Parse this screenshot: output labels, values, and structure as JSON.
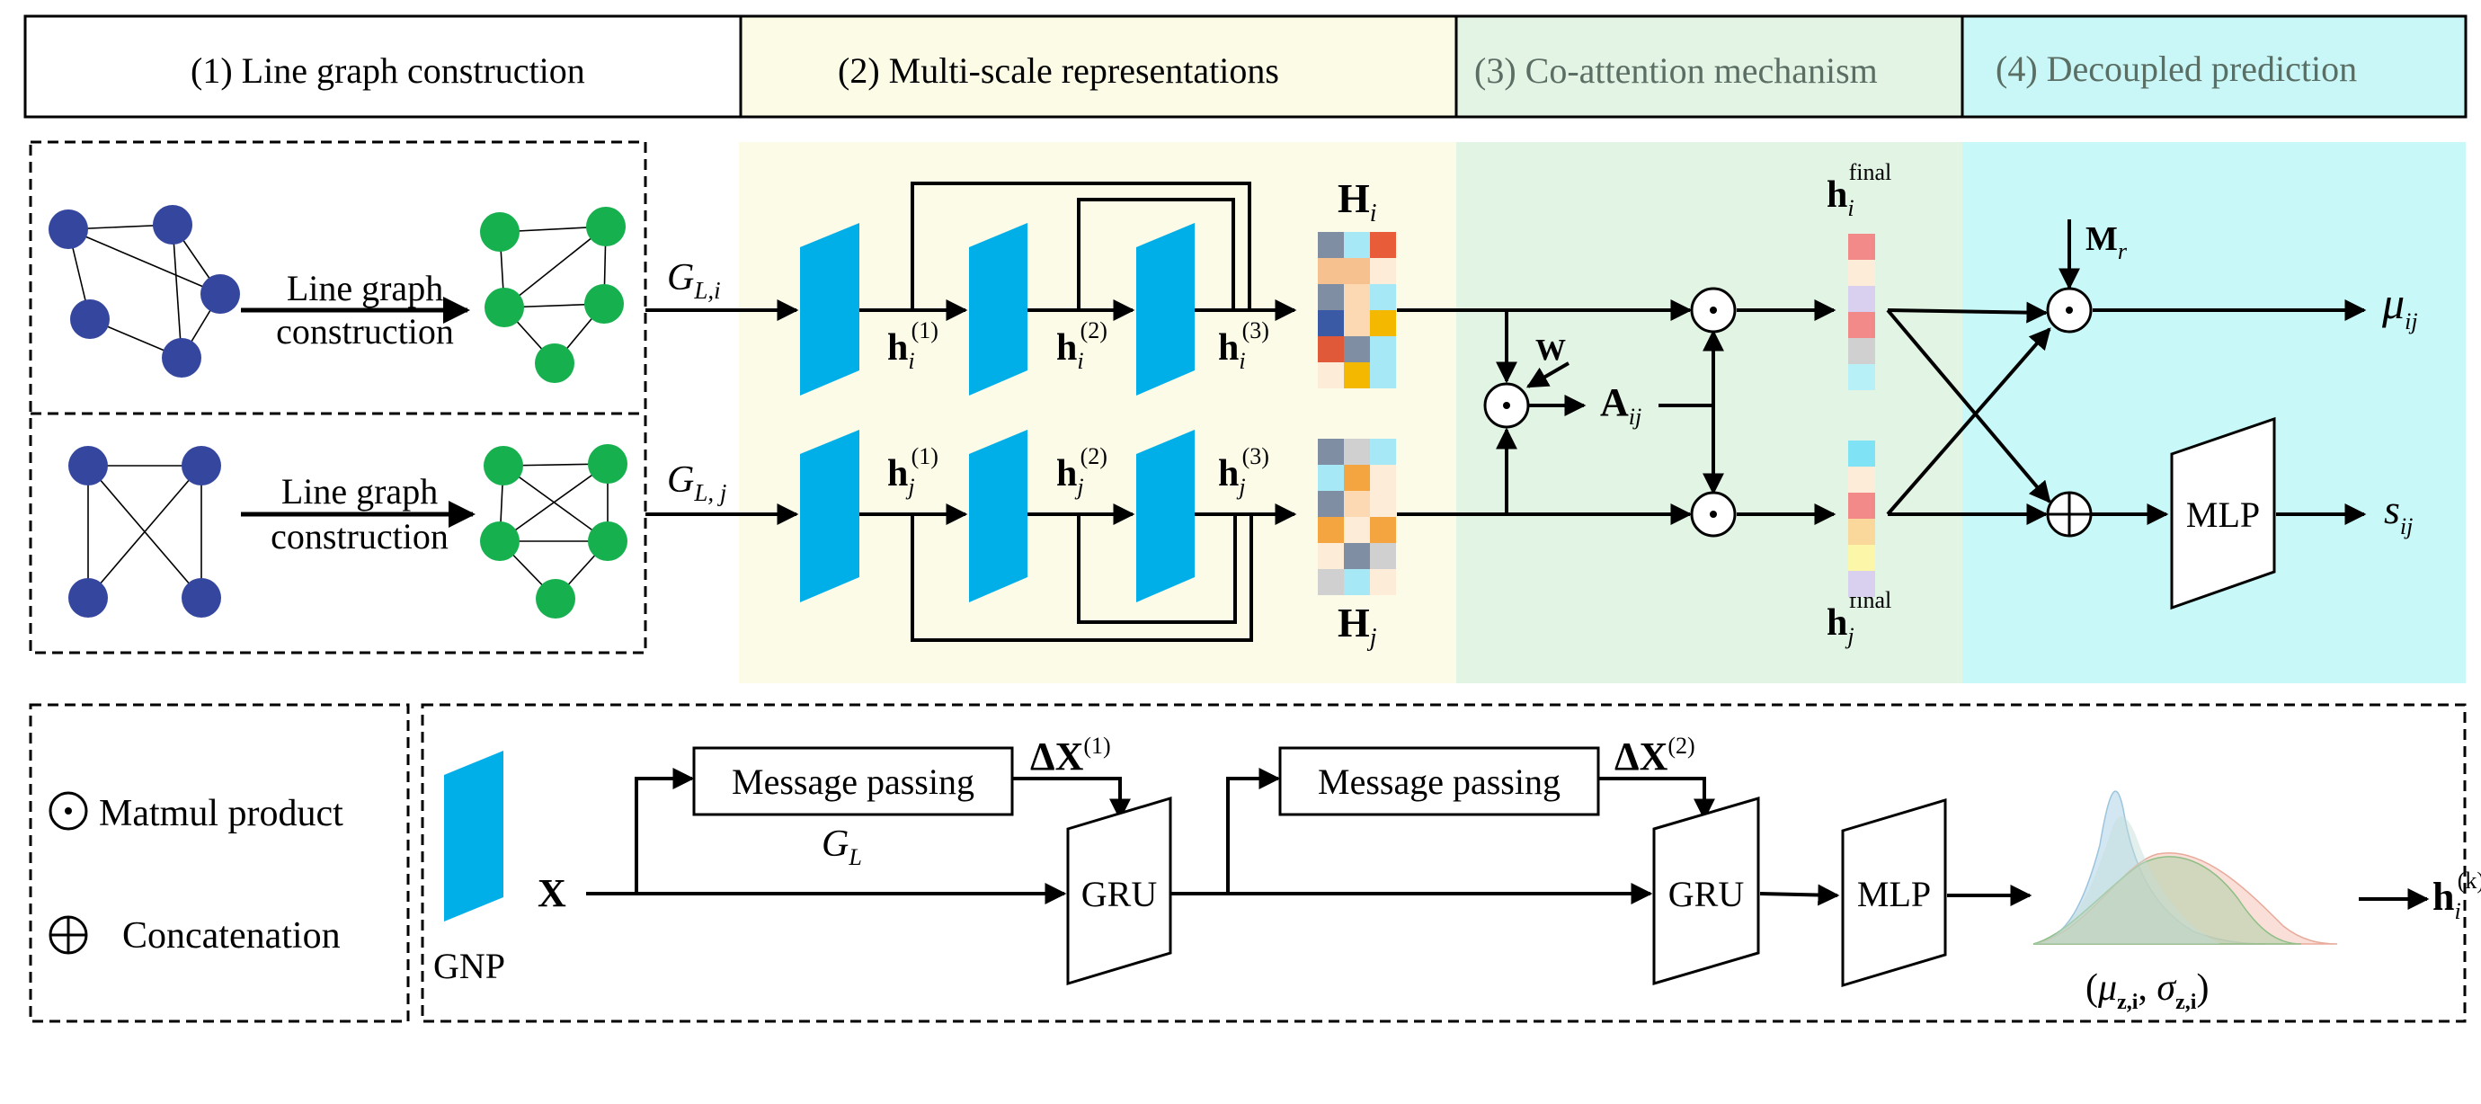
{
  "sections": [
    {
      "number": "(1)",
      "title": "Line graph construction"
    },
    {
      "number": "(2)",
      "title": "Multi-scale representations"
    },
    {
      "number": "(3)",
      "title": "Co-attention mechanism"
    },
    {
      "number": "(4)",
      "title": "Decoupled prediction"
    }
  ],
  "line_graph": {
    "step_label_line1": "Line graph",
    "step_label_line2": "construction",
    "input_i_main": "G",
    "input_i_sub": "L,i",
    "input_j_main": "G",
    "input_j_sub": "L, j"
  },
  "multiscale": {
    "H_i_main": "H",
    "H_i_sub": "i",
    "H_j_main": "H",
    "H_j_sub": "j",
    "h_main": "h",
    "h_i": [
      {
        "sub": "i",
        "sup": "(1)"
      },
      {
        "sub": "i",
        "sup": "(2)"
      },
      {
        "sub": "i",
        "sup": "(3)"
      }
    ],
    "h_j": [
      {
        "sub": "j",
        "sup": "(1)"
      },
      {
        "sub": "j",
        "sup": "(2)"
      },
      {
        "sub": "j",
        "sup": "(3)"
      }
    ],
    "matrix_i_colors": [
      [
        "#7f8ea3",
        "#a6e8f5",
        "#e85c3a"
      ],
      [
        "#f7c08f",
        "#f7c08f",
        "#fdecd8"
      ],
      [
        "#7f8ea3",
        "#fdd9b3",
        "#a6e8f5"
      ],
      [
        "#3a5aa6",
        "#fdd9b3",
        "#f5b800"
      ],
      [
        "#e05a3a",
        "#7f8ea3",
        "#a6e8f5"
      ],
      [
        "#fdecd8",
        "#f5b800",
        "#a6e8f5"
      ]
    ],
    "matrix_j_colors": [
      [
        "#7f8ea3",
        "#d0d0d0",
        "#a6e8f5"
      ],
      [
        "#a6e8f5",
        "#f5a540",
        "#fdecd8"
      ],
      [
        "#7f8ea3",
        "#fdd9b3",
        "#fdecd8"
      ],
      [
        "#f5a540",
        "#fdecd8",
        "#f5a540"
      ],
      [
        "#fdecd8",
        "#7f8ea3",
        "#d0d0d0"
      ],
      [
        "#d0d0d0",
        "#a6e8f5",
        "#fdecd8"
      ]
    ]
  },
  "coattention": {
    "W": "W",
    "A_main": "A",
    "A_sub": "ij",
    "h_final_main": "h",
    "h_final_sup": "final",
    "h_final_i_sub": "i",
    "h_final_j_sub": "j",
    "vec_i_colors": [
      "#f28a8a",
      "#fdecd8",
      "#d9d0f0",
      "#f28a8a",
      "#d0d0d0",
      "#b8f0f8"
    ],
    "vec_j_colors": [
      "#7fe3f5",
      "#fdecd8",
      "#f28a8a",
      "#fad79a",
      "#fcf6a8",
      "#d9d0f0"
    ]
  },
  "prediction": {
    "M_main": "M",
    "M_sub": "r",
    "mu_main": "μ",
    "mu_sub": "ij",
    "s_main": "s",
    "s_sub": "ij",
    "mlp": "MLP"
  },
  "legend": {
    "matmul_symbol": "⊙",
    "matmul_label": "Matmul product",
    "concat_symbol": "⊕",
    "concat_label": "Concatenation"
  },
  "gnp": {
    "gnp_label": "GNP",
    "X": "X",
    "message_passing": "Message passing",
    "GL_main": "G",
    "GL_sub": "L",
    "delta_main": "ΔX",
    "delta_sup_1": "(1)",
    "delta_sup_2": "(2)",
    "gru": "GRU",
    "mlp": "MLP",
    "dist_text": "(μz,i , σz,i)",
    "dist_mu": "μ",
    "dist_sigma": "σ",
    "dist_sub": "z,i",
    "hk_main": "h",
    "hk_sub": "i",
    "hk_sup": "(k)"
  },
  "colors": {
    "node_blue": "#34469e",
    "node_green": "#16b04e",
    "gnp_cyan": "#00aee8",
    "bg_multiscale": "#fbfbe8",
    "bg_coattention": "#e2f4e4",
    "bg_prediction": "#c9f8f8",
    "bg_hdr_multiscale": "#fcfce6",
    "bg_hdr_coattention": "#e3f4e4",
    "bg_hdr_prediction": "#c9f6f6"
  }
}
